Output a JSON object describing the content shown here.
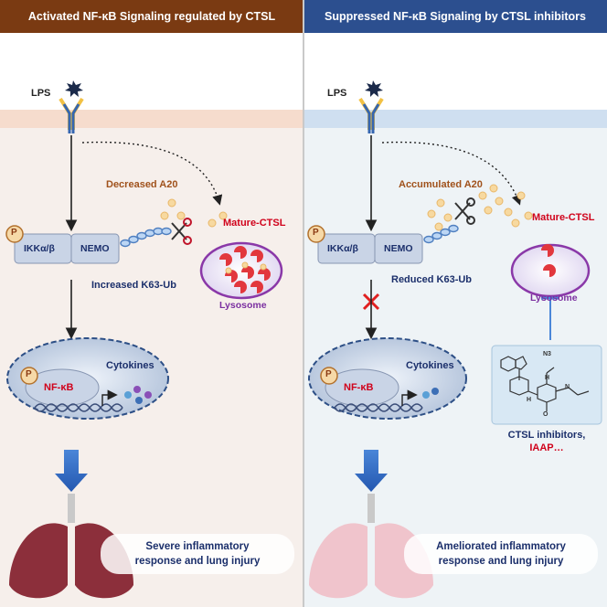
{
  "left": {
    "header": "Activated NF-κB Signaling regulated by CTSL",
    "lps": "LPS",
    "a20": "Decreased A20",
    "ctsl": "Mature-CTSL",
    "ikk": "IKKα/β",
    "nemo": "NEMO",
    "p": "P",
    "k63": "Increased K63-Ub",
    "lysosome": "Lysosome",
    "cytokines": "Cytokines",
    "nfkb": "NF-κB",
    "outcome_line1": "Severe inflammatory",
    "outcome_line2": "response and lung injury"
  },
  "right": {
    "header": "Suppressed NF-κB Signaling by CTSL inhibitors",
    "lps": "LPS",
    "a20": "Accumulated A20",
    "ctsl": "Mature-CTSL",
    "ikk": "IKKα/β",
    "nemo": "NEMO",
    "p": "P",
    "k63": "Reduced K63-Ub",
    "lysosome": "Lysosome",
    "cytokines": "Cytokines",
    "nfkb": "NF-κB",
    "inhibitor_line1": "CTSL inhibitors,",
    "inhibitor_line2": "IAAP…",
    "n3": "N3",
    "h1": "H",
    "h2": "H",
    "n_atom": "N",
    "o_atom": "O",
    "outcome_line1": "Ameliorated inflammatory",
    "outcome_line2": "response and lung injury"
  },
  "colors": {
    "left_header": "#7a3a12",
    "right_header": "#2c4f8f",
    "red_label": "#d0021b",
    "brown_label": "#a0521c",
    "navy_label": "#1b2f6b",
    "purple_label": "#7b2fa0"
  }
}
